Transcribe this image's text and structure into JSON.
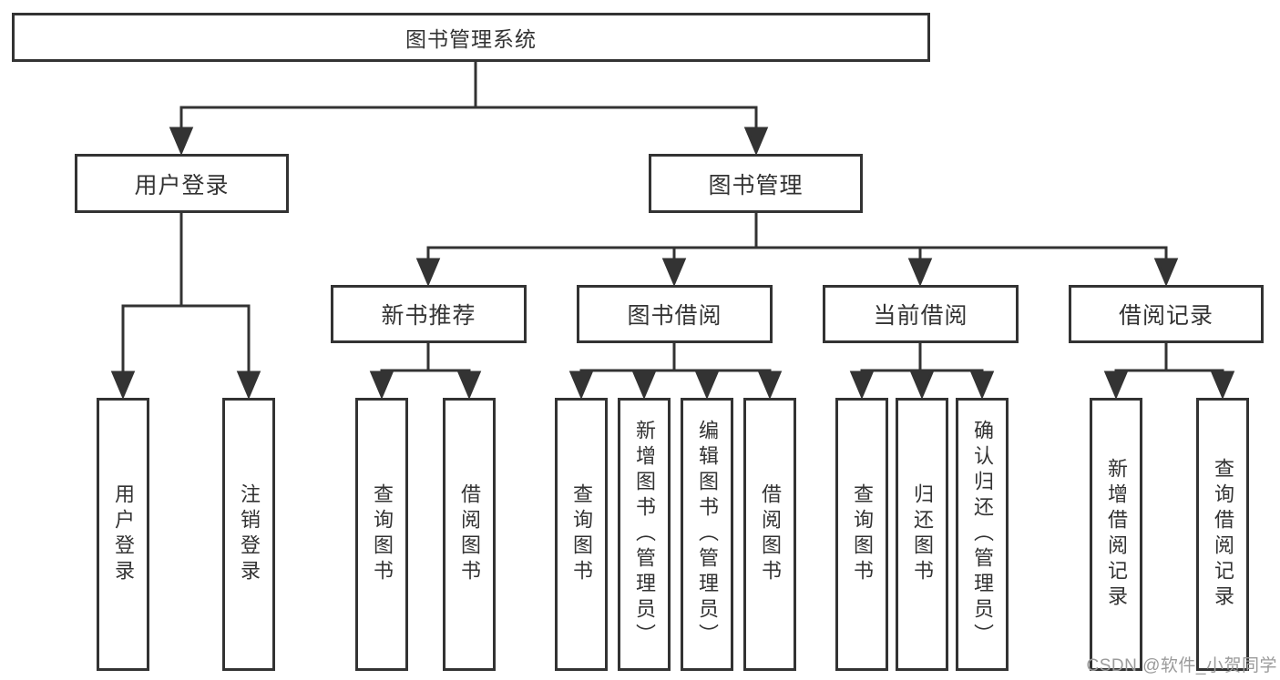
{
  "colors": {
    "line": "#333333",
    "box_border": "#333333",
    "box_fill": "#ffffff",
    "text": "#333333",
    "watermark": "#9b9b9b",
    "background": "#ffffff"
  },
  "watermark": {
    "text": "CSDN @软件_小贺同学"
  },
  "tree": {
    "label": "图书管理系统",
    "children": [
      {
        "label": "用户登录",
        "children": [
          {
            "label": "用户登录"
          },
          {
            "label": "注销登录"
          }
        ]
      },
      {
        "label": "图书管理",
        "children": [
          {
            "label": "新书推荐",
            "children": [
              {
                "label": "查询图书"
              },
              {
                "label": "借阅图书"
              }
            ]
          },
          {
            "label": "图书借阅",
            "children": [
              {
                "label": "查询图书"
              },
              {
                "label": "新增图书（管理员）"
              },
              {
                "label": "编辑图书（管理员）"
              },
              {
                "label": "借阅图书"
              }
            ]
          },
          {
            "label": "当前借阅",
            "children": [
              {
                "label": "查询图书"
              },
              {
                "label": "归还图书"
              },
              {
                "label": "确认归还（管理员）"
              }
            ]
          },
          {
            "label": "借阅记录",
            "children": [
              {
                "label": "新增借阅记录"
              },
              {
                "label": "查询借阅记录"
              }
            ]
          }
        ]
      }
    ]
  }
}
